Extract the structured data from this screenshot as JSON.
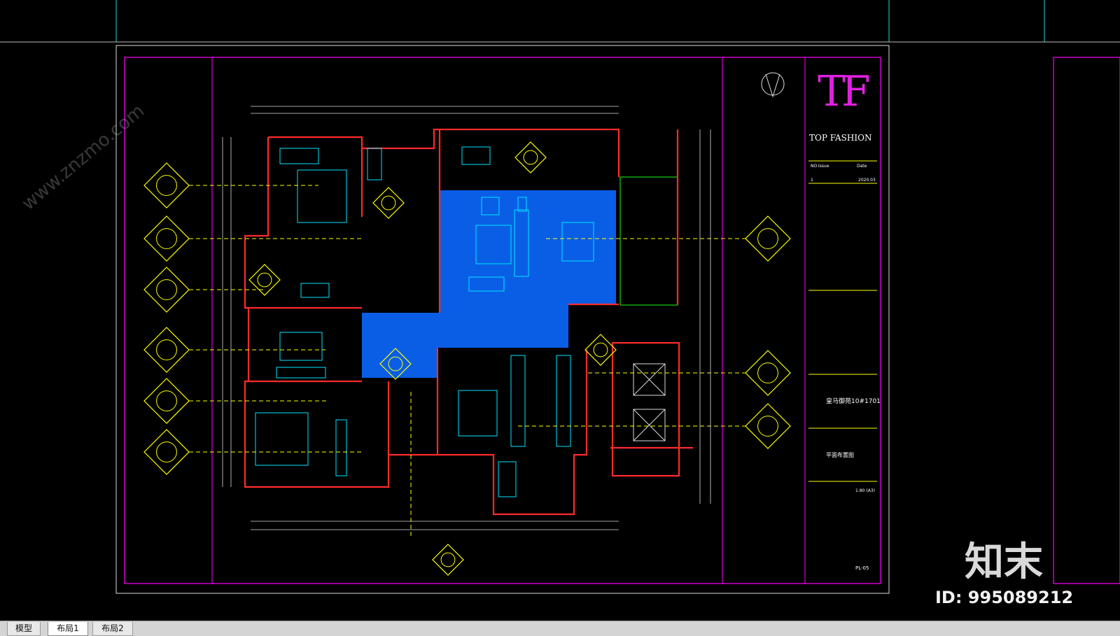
{
  "tabs": [
    "模型",
    "布局1",
    "布局2"
  ],
  "active_tab": "布局1",
  "title_block": {
    "brand_initials": "TF",
    "brand_name": "TOP FASHION",
    "date_header": "Date",
    "issue_header": "NO.Issue",
    "issue_row": "1",
    "issue_date": "2020.03",
    "project_value": "皇马御苑10#1701",
    "drawing_name": "平面布置图",
    "scale_value": "1:80 (A3)",
    "sheet_no": "PL-05"
  },
  "watermark": {
    "site": "www.znzmo.com",
    "brand": "知末",
    "id": "ID: 995089212"
  },
  "colors": {
    "background": "#000000",
    "frame": "#ff00ff",
    "walls": "#ff2b2b",
    "furniture": "#00e5ff",
    "tags": "#ffff00",
    "dimension": "#00ff00",
    "highlight": "#0a5ee6"
  }
}
